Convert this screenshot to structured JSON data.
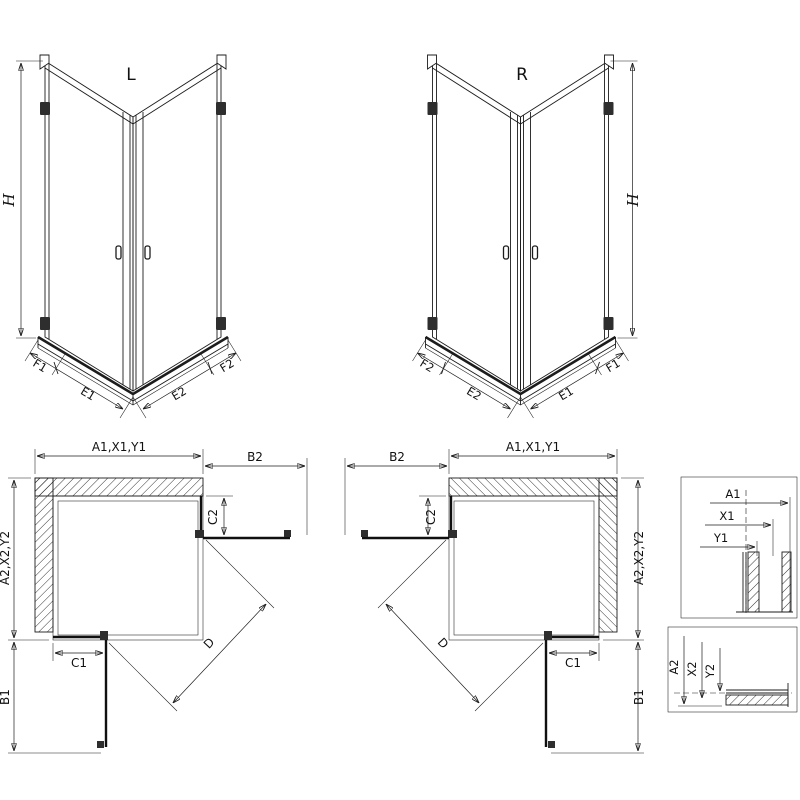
{
  "page": {
    "background": "#ffffff",
    "ink": "#1c1c1c"
  },
  "views": {
    "front_left": {
      "variant_label": "L",
      "height_label": "H",
      "bottom_segments_left": [
        "F1",
        "E1"
      ],
      "bottom_segments_right": [
        "E2",
        "F2"
      ]
    },
    "front_right": {
      "variant_label": "R",
      "height_label": "H",
      "bottom_segments_left": [
        "F2",
        "E2"
      ],
      "bottom_segments_right": [
        "E1",
        "F1"
      ]
    },
    "plan_left": {
      "dim_top": "A1,X1,Y1",
      "dim_top_right": "B2",
      "dim_right_small": "C2",
      "dim_left": "A2,X2,Y2",
      "dim_bottom_small": "C1",
      "dim_bottom_left": "B1",
      "dim_diagonal": "D"
    },
    "plan_right": {
      "dim_top_left": "B2",
      "dim_top": "A1,X1,Y1",
      "dim_left_small": "C2",
      "dim_right": "A2,X2,Y2",
      "dim_bottom_small": "C1",
      "dim_bottom_right": "B1",
      "dim_diagonal": "D"
    },
    "detail_wall": {
      "dims": [
        "A1",
        "X1",
        "Y1"
      ]
    },
    "detail_floor": {
      "dims": [
        "A2",
        "X2",
        "Y2"
      ]
    }
  }
}
